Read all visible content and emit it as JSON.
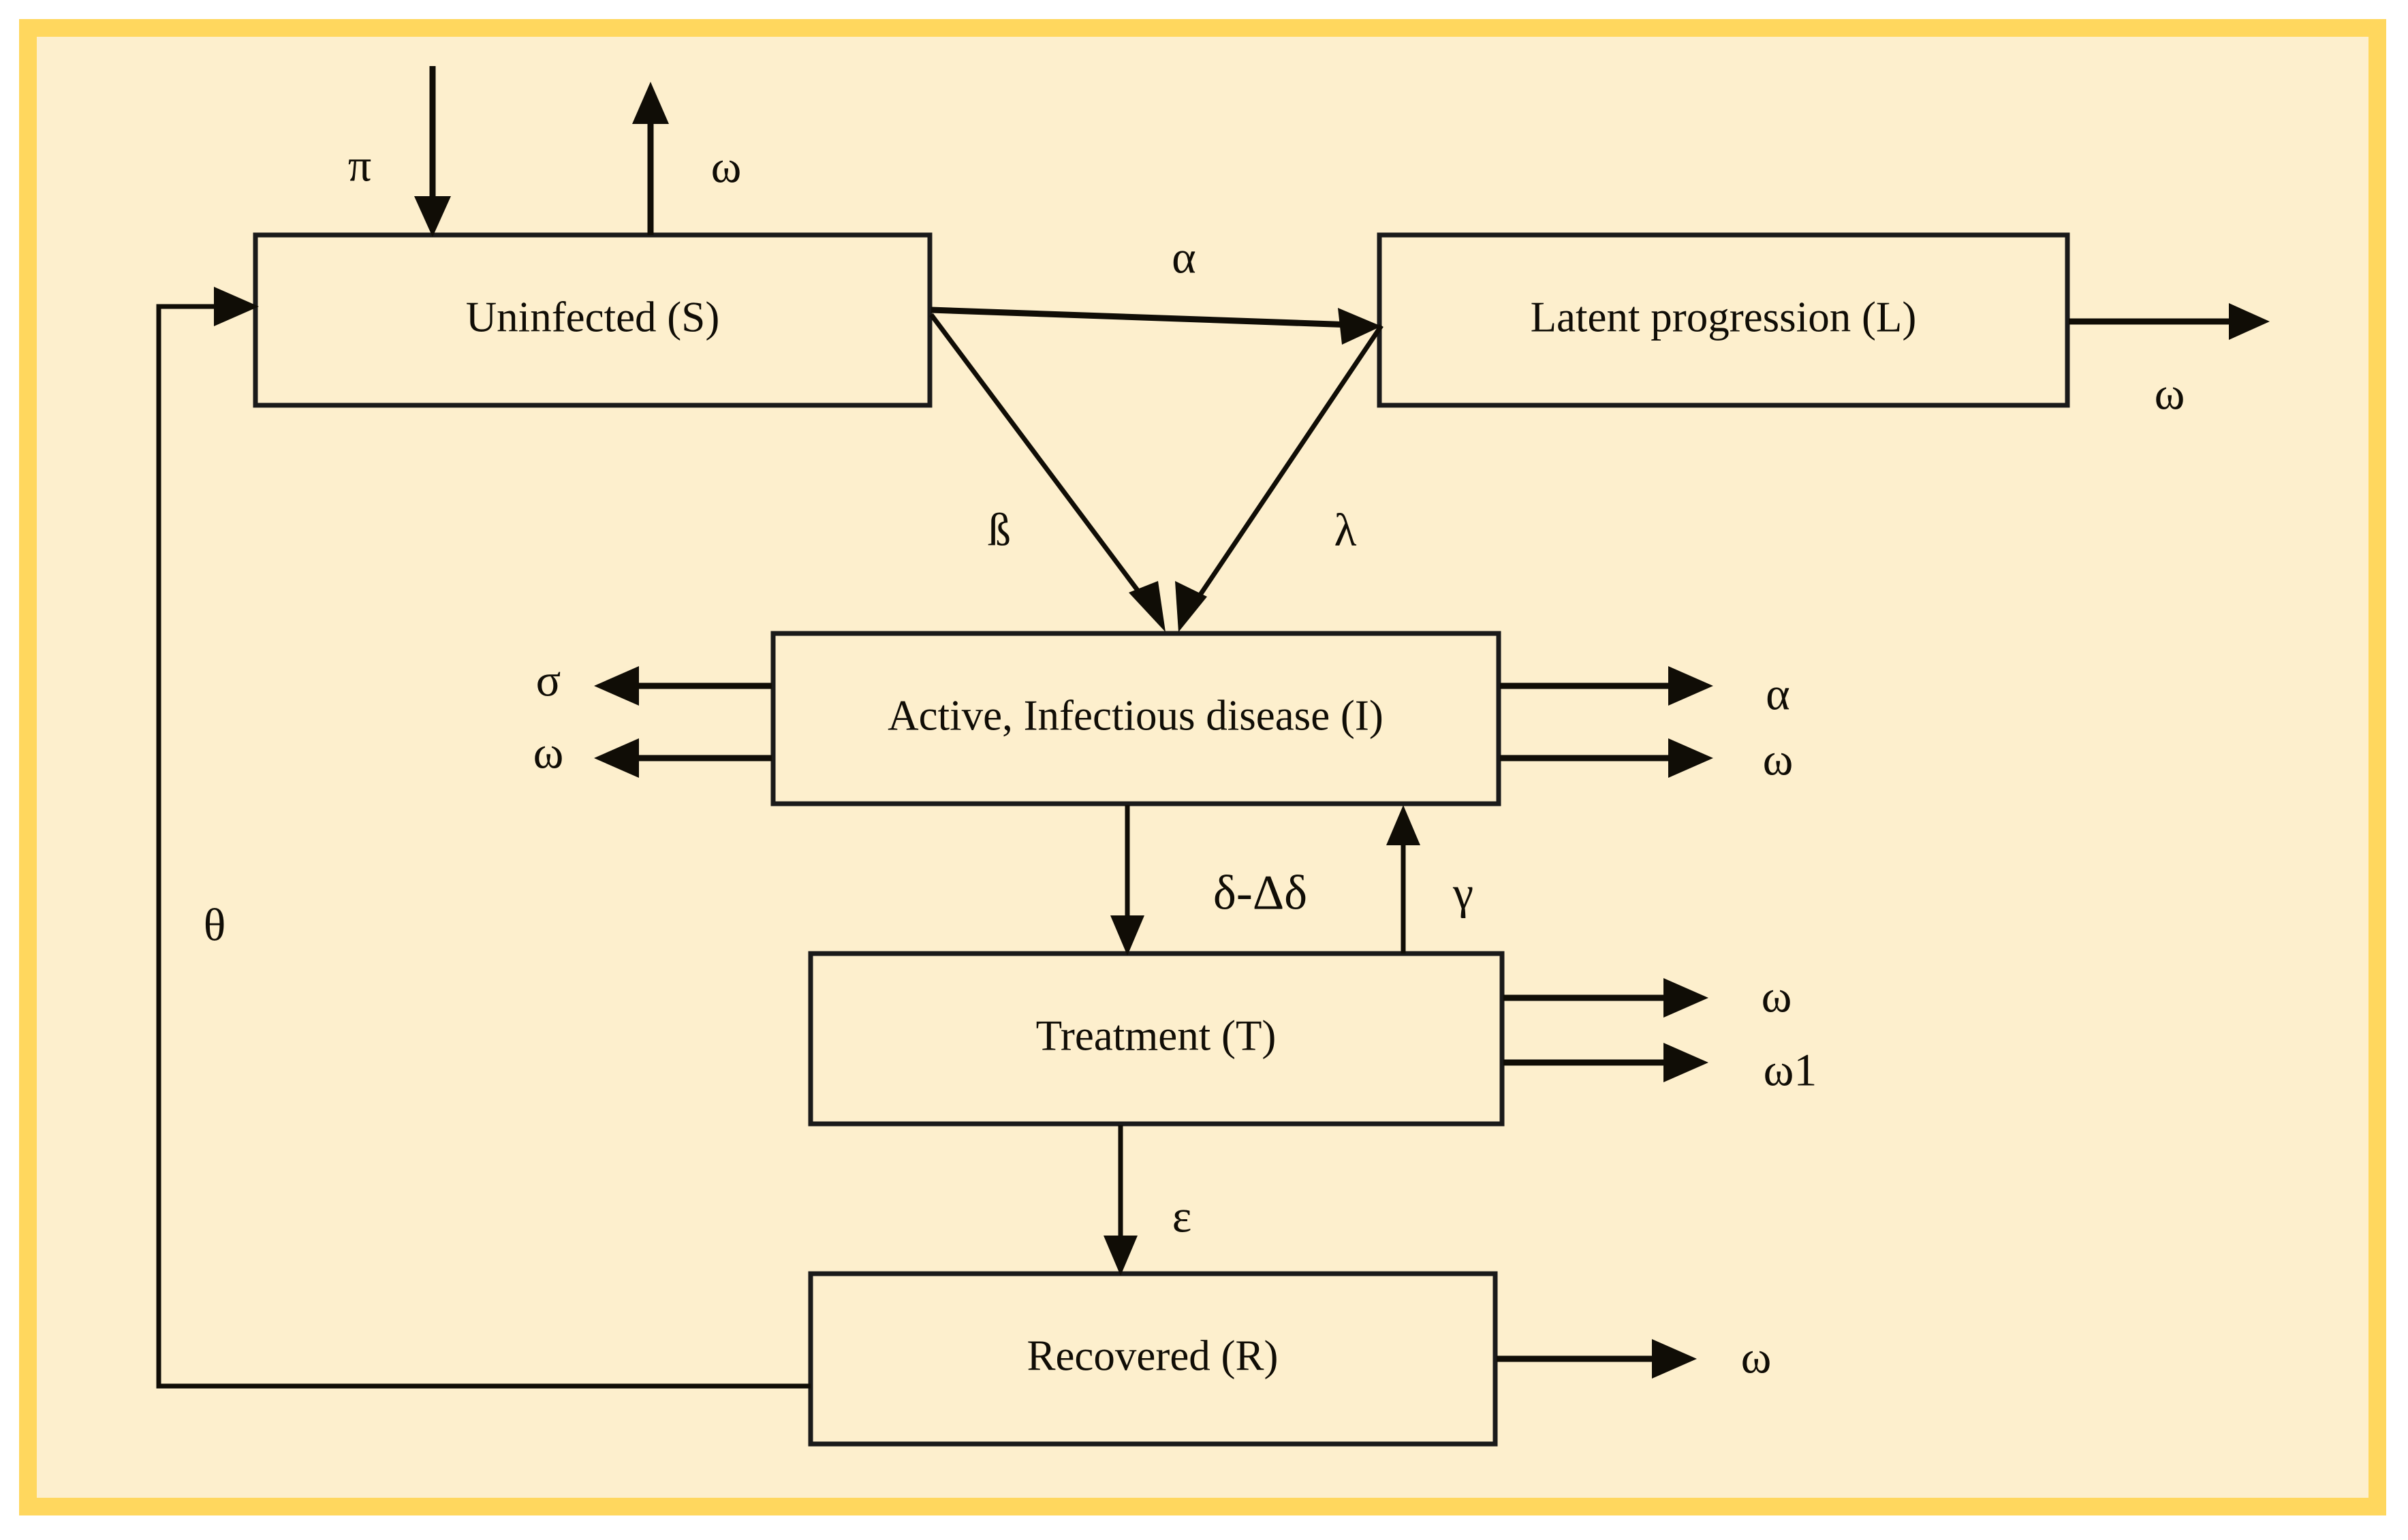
{
  "figure": {
    "type": "compartmental-flow-diagram",
    "title": "",
    "border_color": "#ffd75e",
    "background_color": "#fdefcd",
    "stroke_color": "#100d06"
  },
  "nodes": [
    {
      "id": "S",
      "label": "Uninfected (S)"
    },
    {
      "id": "L",
      "label": "Latent progression (L)"
    },
    {
      "id": "I",
      "label": "Active, Infectious disease (I)"
    },
    {
      "id": "T",
      "label": "Treatment (T)"
    },
    {
      "id": "R",
      "label": "Recovered (R)"
    }
  ],
  "edge_labels": {
    "birth_into_S": "π",
    "death_from_S": "ω",
    "S_to_L": "α",
    "death_from_L": "ω",
    "S_to_I": "ß",
    "L_to_I": "λ",
    "I_out_left_top": "σ",
    "I_out_left_bottom": "ω",
    "I_out_right_top": "α",
    "I_out_right_bottom": "ω",
    "I_to_T": "δ-Δδ",
    "T_to_I": "γ",
    "T_out_right_top": "ω",
    "T_out_right_bottom": "ω1",
    "T_to_R": "ε",
    "R_out_right": "ω",
    "R_to_S": "θ"
  },
  "edges": [
    {
      "from": "birth",
      "to": "S",
      "label": "π",
      "direction": "down"
    },
    {
      "from": "S",
      "to": "death",
      "label": "ω",
      "direction": "up"
    },
    {
      "from": "S",
      "to": "L",
      "label": "α",
      "direction": "right"
    },
    {
      "from": "L",
      "to": "death",
      "label": "ω",
      "direction": "right"
    },
    {
      "from": "S",
      "to": "I",
      "label": "ß",
      "direction": "down-right"
    },
    {
      "from": "L",
      "to": "I",
      "label": "λ",
      "direction": "down-left"
    },
    {
      "from": "I",
      "to": "out",
      "label": "σ",
      "direction": "left"
    },
    {
      "from": "I",
      "to": "death",
      "label": "ω",
      "direction": "left"
    },
    {
      "from": "I",
      "to": "out",
      "label": "α",
      "direction": "right"
    },
    {
      "from": "I",
      "to": "death",
      "label": "ω",
      "direction": "right"
    },
    {
      "from": "I",
      "to": "T",
      "label": "δ-Δδ",
      "direction": "down"
    },
    {
      "from": "T",
      "to": "I",
      "label": "γ",
      "direction": "up"
    },
    {
      "from": "T",
      "to": "death",
      "label": "ω",
      "direction": "right"
    },
    {
      "from": "T",
      "to": "death",
      "label": "ω1",
      "direction": "right"
    },
    {
      "from": "T",
      "to": "R",
      "label": "ε",
      "direction": "down"
    },
    {
      "from": "R",
      "to": "death",
      "label": "ω",
      "direction": "right"
    },
    {
      "from": "R",
      "to": "S",
      "label": "θ",
      "direction": "left-up"
    }
  ]
}
